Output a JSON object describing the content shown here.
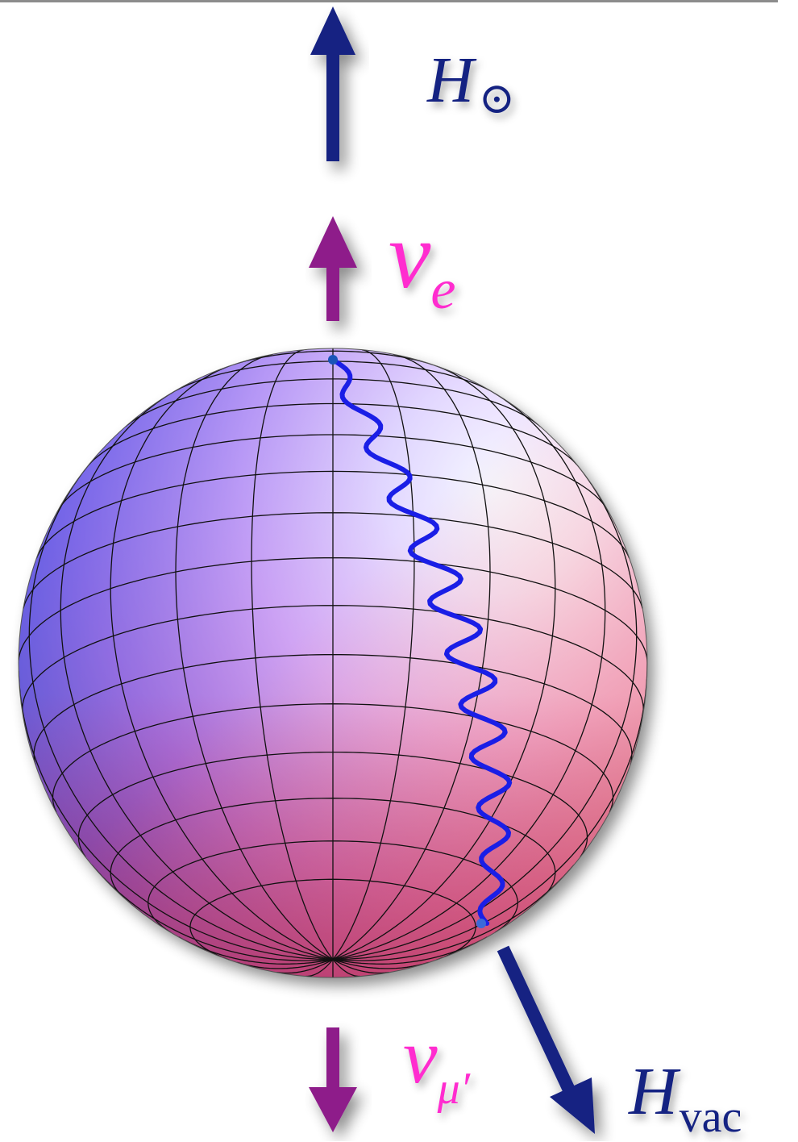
{
  "labels": {
    "h_sun": {
      "base": "H",
      "sub": "⊙"
    },
    "nu_e": {
      "base": "ν",
      "sub": "e"
    },
    "nu_mu": {
      "base": "ν",
      "sub": "μ′"
    },
    "h_vac": {
      "base": "H",
      "sub": "vac"
    }
  },
  "colors": {
    "hamiltonian_arrow": "#142282",
    "flavor_arrow": "#8e1e8a",
    "flavor_label": "#ff2ccf",
    "trajectory": "#1a1ee6",
    "grid": "#111111"
  },
  "icons": {
    "h_sun_arrow": "up-arrow-icon",
    "nu_e_arrow": "up-arrow-icon",
    "nu_mu_arrow": "down-arrow-icon",
    "h_vac_arrow": "diagonal-arrow-icon"
  }
}
